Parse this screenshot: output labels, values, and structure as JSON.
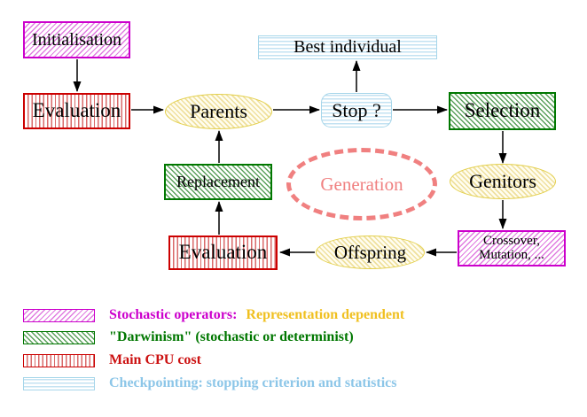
{
  "nodes": {
    "initialisation": {
      "label": "Initialisation"
    },
    "evaluation_top": {
      "label": "Evaluation"
    },
    "parents": {
      "label": "Parents"
    },
    "best_individual": {
      "label": "Best individual"
    },
    "stop": {
      "label": "Stop ?"
    },
    "selection": {
      "label": "Selection"
    },
    "genitors": {
      "label": "Genitors"
    },
    "crossover_mutation": {
      "line1": "Crossover,",
      "line2": "Mutation, ..."
    },
    "offspring": {
      "label": "Offspring"
    },
    "evaluation_bottom": {
      "label": "Evaluation"
    },
    "replacement": {
      "label": "Replacement"
    },
    "generation": {
      "label": "Generation"
    }
  },
  "legend": {
    "stochastic": {
      "label": "Stochastic operators:",
      "label2": "Representation dependent"
    },
    "darwinism": {
      "label": "\"Darwinism\" (stochastic or determinist)"
    },
    "cpu": {
      "label": "Main CPU cost"
    },
    "checkpointing": {
      "label": "Checkpointing: stopping criterion and statistics"
    }
  },
  "colors": {
    "magenta": "#cc00cc",
    "magenta_hatch": "#e07ce0",
    "green": "#007700",
    "green_hatch": "#5aa05a",
    "red": "#cc0000",
    "red_stripe": "#d96a6a",
    "light_blue_border": "#a6d6ea",
    "light_blue_text": "#8cc6e8",
    "yellow_border": "#e3cf4a",
    "gold_text": "#f0c020",
    "salmon": "#f08080",
    "arrow_black": "#000000"
  }
}
